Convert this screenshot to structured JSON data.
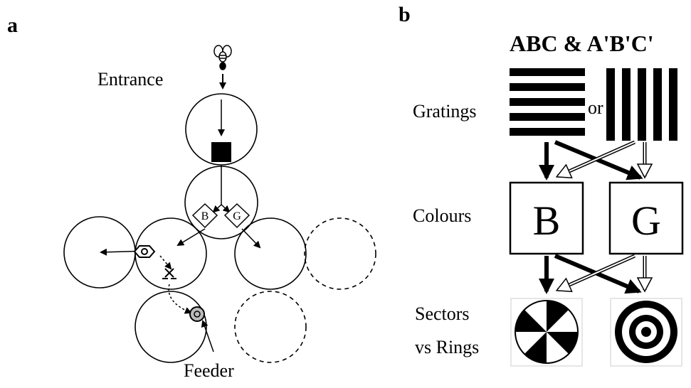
{
  "panel_a": {
    "label": "a",
    "entrance_label": "Entrance",
    "feeder_label": "Feeder",
    "left_choice": "B",
    "right_choice": "G"
  },
  "panel_b": {
    "label": "b",
    "title": "ABC & A'B'C'",
    "row_gratings": "Gratings",
    "or_text": "or",
    "row_colours": "Colours",
    "row_sectors_line1": "Sectors",
    "row_sectors_line2": "vs Rings",
    "colour_left": "B",
    "colour_right": "G"
  }
}
